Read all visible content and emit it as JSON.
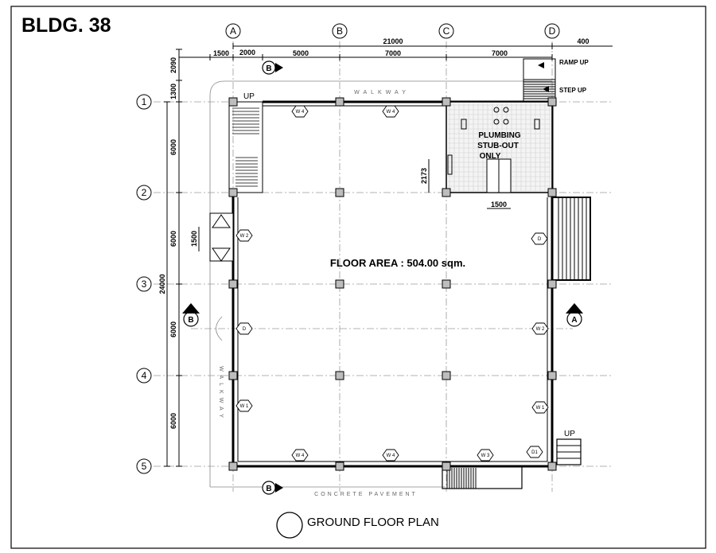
{
  "title": "BLDG. 38",
  "plan_title": "GROUND FLOOR PLAN",
  "floor_area": "FLOOR AREA : 504.00 sqm.",
  "plumbing_note": [
    "PLUMBING",
    "STUB-OUT",
    "ONLY"
  ],
  "grid_columns": [
    "A",
    "B",
    "C",
    "D"
  ],
  "grid_rows": [
    "1",
    "2",
    "3",
    "4",
    "5"
  ],
  "top_dims": {
    "overall": "21000",
    "offset_right": "400",
    "seg1": "1500",
    "seg2": "2000",
    "seg3": "5000",
    "seg4": "7000",
    "seg5": "7000"
  },
  "left_dims": {
    "overall": "24000",
    "seg1": "2090",
    "seg2": "1300",
    "bays": [
      "6000",
      "6000",
      "6000",
      "6000"
    ],
    "door": "1500"
  },
  "interior_dims": {
    "toilet_depth": "2173",
    "toilet_door": "1500"
  },
  "labels": {
    "ramp_up": "RAMP UP",
    "step_up": "STEP UP",
    "up_left": "UP",
    "up_right": "UP",
    "walkway_top": "WALKWAY",
    "walkway_left": "WALKWAY",
    "concrete_pavement": "CONCRETE PAVEMENT"
  },
  "section_markers": {
    "b_top": "B",
    "b_left": "B",
    "b_bottom": "B",
    "a_right": "A"
  },
  "window_tags": {
    "top_left": "W 4",
    "top_mid": "W 4",
    "left_upper": "W 2",
    "left_lower": "W 1",
    "right_mid": "W 2",
    "right_lower": "W 1",
    "bottom_left": "W 4",
    "bottom_mid": "W 4",
    "bottom_right": "W 3"
  },
  "door_tags": {
    "left": "D",
    "right": "D",
    "bottom": "D1"
  }
}
